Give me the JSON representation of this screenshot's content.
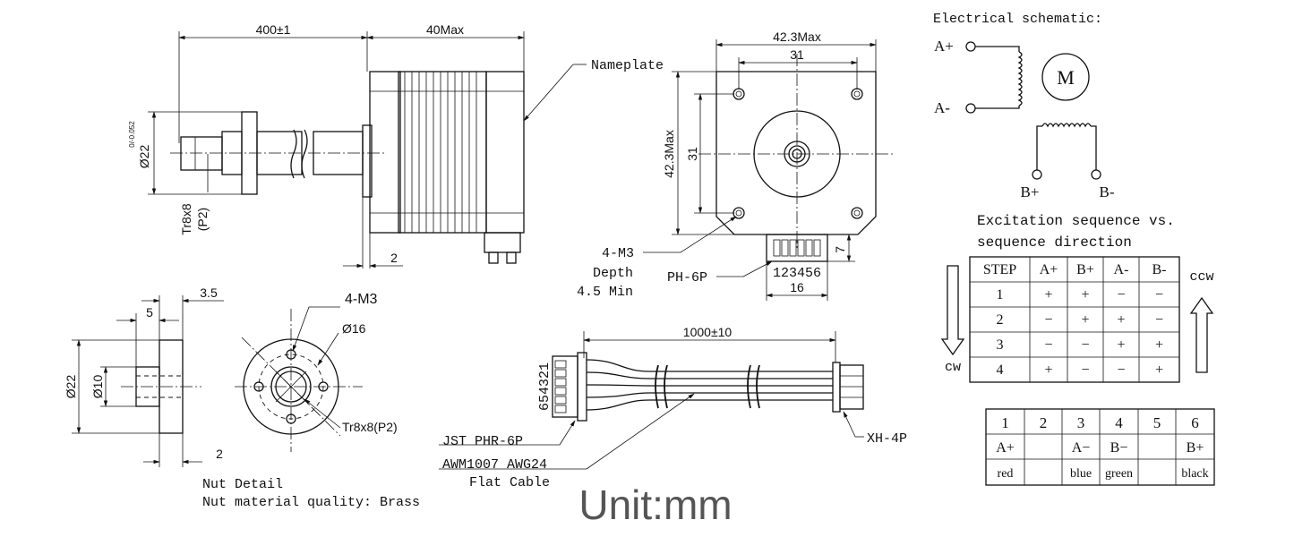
{
  "dims": {
    "length_400": "400±1",
    "max_40": "40Max",
    "shaft_dia": "Ø22",
    "shaft_tol": "0/-0.052",
    "thread": "Tr8x8",
    "thread_pitch": "(P2)",
    "gap_2": "2",
    "face_42": "42.3Max",
    "face_42_v": "42.3Max",
    "hole_31_h": "31",
    "hole_31_v": "31",
    "conn_7": "7",
    "conn_16": "16",
    "conn_pins": "123456",
    "nut_3_5": "3.5",
    "nut_5": "5",
    "nut_22": "Ø22",
    "nut_10": "Ø10",
    "nut_2": "2",
    "nut_4m3": "4-M3",
    "nut_16": "Ø16",
    "nut_tr": "Tr8x8(P2)",
    "cable_len": "1000±10",
    "cable_pins": "654321"
  },
  "labels": {
    "nameplate": "Nameplate",
    "mount_holes": "4-M3",
    "depth": "Depth",
    "depth_val": "4.5 Min",
    "ph6p": "PH-6P",
    "jst": "JST PHR-6P",
    "awm": "AWM1007 AWG24",
    "flat_cable": "Flat Cable",
    "xh4p": "XH-4P",
    "nut_detail": "Nut Detail",
    "nut_material": "Nut material quality: Brass",
    "unit": "Unit:mm"
  },
  "schematic": {
    "title": "Electrical schematic:",
    "a_plus": "A+",
    "a_minus": "A-",
    "b_plus": "B+",
    "b_minus": "B-",
    "motor": "M"
  },
  "excitation": {
    "title_1": "Excitation sequence vs.",
    "title_2": "sequence direction",
    "ccw": "ccw",
    "cw": "cw",
    "headers": [
      "STEP",
      "A+",
      "B+",
      "A-",
      "B-"
    ],
    "rows": [
      [
        "1",
        "+",
        "+",
        "−",
        "−"
      ],
      [
        "2",
        "−",
        "+",
        "+",
        "−"
      ],
      [
        "3",
        "−",
        "−",
        "+",
        "+"
      ],
      [
        "4",
        "+",
        "−",
        "−",
        "+"
      ]
    ]
  },
  "wiring": {
    "pins": [
      "1",
      "2",
      "3",
      "4",
      "5",
      "6"
    ],
    "phases": [
      "A+",
      "",
      "A−",
      "B−",
      "",
      "B+"
    ],
    "colors": [
      "red",
      "",
      "blue",
      "green",
      "",
      "black"
    ]
  }
}
